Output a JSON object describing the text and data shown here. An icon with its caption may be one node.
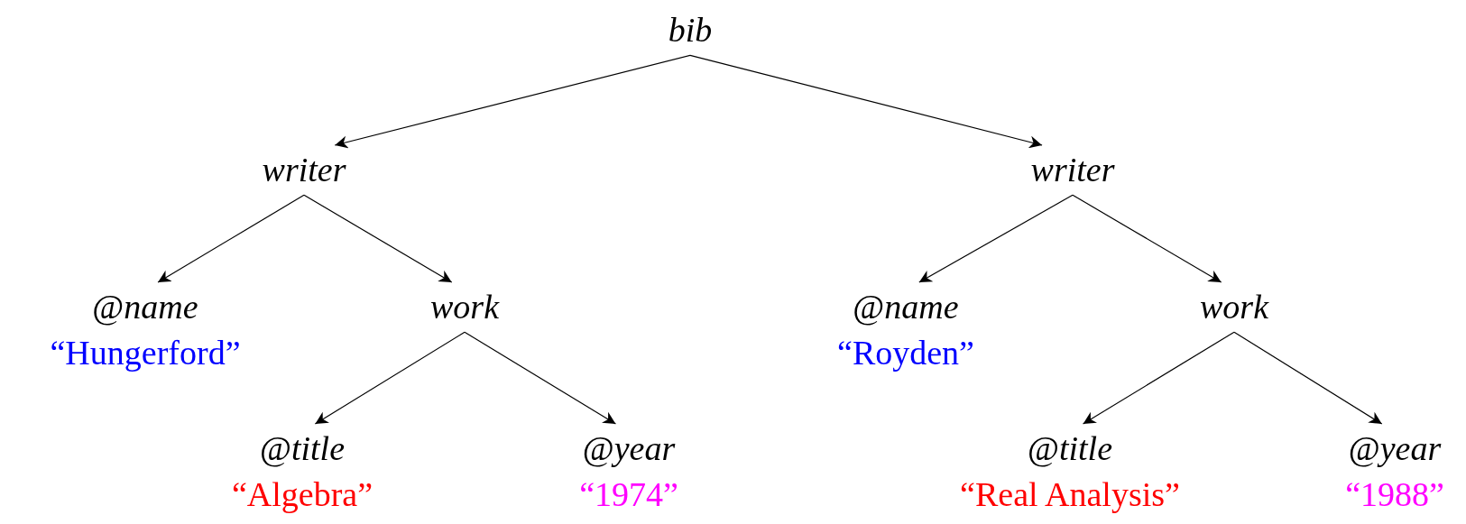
{
  "diagram": {
    "nodes": [
      {
        "text": [
          "bib"
        ]
      },
      {
        "text": [
          "writer"
        ]
      },
      {
        "text": [
          "@*name*",
          "“Hungerford”"
        ]
      },
      {
        "text": [
          "work"
        ]
      },
      {
        "text": [
          "@*title*",
          "“Algebra”"
        ]
      },
      {
        "text": [
          "@*year*",
          "“1974”"
        ]
      },
      {
        "text": [
          "writer"
        ]
      },
      {
        "text": [
          "@*name*",
          "“Royden”"
        ]
      },
      {
        "text": [
          "work"
        ]
      },
      {
        "text": [
          "@*title*",
          "“Real Analysis”"
        ]
      },
      {
        "text": [
          "@*year*",
          "“1988”"
        ]
      }
    ],
    "edges": [
      {
        "from": 0,
        "to": 1,
        "arrow": "to"
      },
      {
        "from": 1,
        "to": 2,
        "arrow": "to"
      },
      {
        "from": 1,
        "to": 3,
        "arrow": "to"
      },
      {
        "from": 3,
        "to": 4,
        "arrow": "to"
      },
      {
        "from": 3,
        "to": 5,
        "arrow": "to"
      },
      {
        "from": 0,
        "to": 6,
        "arrow": "to"
      },
      {
        "from": 6,
        "to": 7,
        "arrow": "to"
      },
      {
        "from": 6,
        "to": 8,
        "arrow": "to"
      },
      {
        "from": 8,
        "to": 9,
        "arrow": "to"
      },
      {
        "from": 8,
        "to": 10,
        "arrow": "to"
      }
    ]
  }
}
